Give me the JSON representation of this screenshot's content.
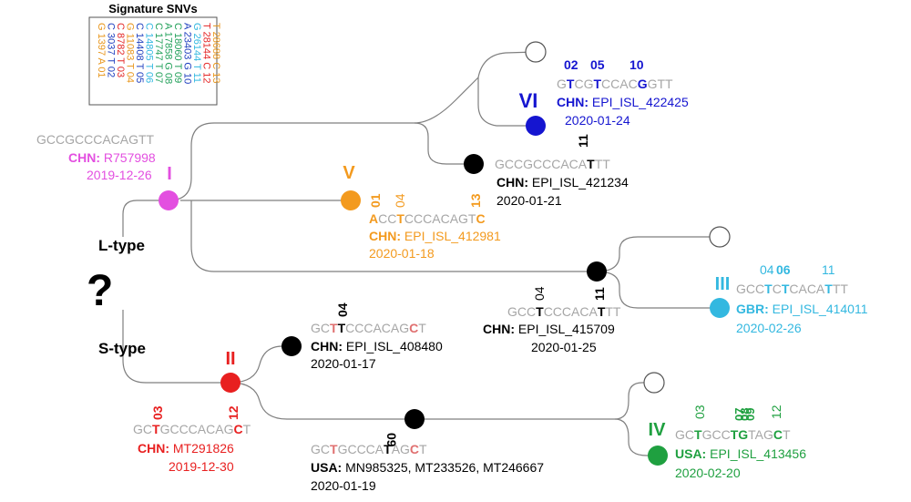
{
  "legend": {
    "title": "Signature SNVs",
    "rows": [
      {
        "text": "G 1397 A 01",
        "color": "#e8961c"
      },
      {
        "text": "C 3037 T 02",
        "color": "#1f3fbf"
      },
      {
        "text": "C 8782 T 03",
        "color": "#e32626"
      },
      {
        "text": "G 11083 T 04",
        "color": "#e8961c"
      },
      {
        "text": "C 14408 T 05",
        "color": "#1f3fbf"
      },
      {
        "text": "C 14805 T 06",
        "color": "#33b8e0"
      },
      {
        "text": "C 17747 T 07",
        "color": "#22a05a"
      },
      {
        "text": "A 17858 G 08",
        "color": "#22a05a"
      },
      {
        "text": "C 18060 T 09",
        "color": "#22a05a"
      },
      {
        "text": "A 23403 G 10",
        "color": "#1f3fbf"
      },
      {
        "text": "G 26144 T 11",
        "color": "#33b8e0"
      },
      {
        "text": "T 28144 C 12",
        "color": "#e32626"
      },
      {
        "text": "T 28688 C 13",
        "color": "#e8961c"
      }
    ]
  },
  "colors": {
    "gray": "#a6a6a6",
    "black": "#000000",
    "magenta": "#e34fe0",
    "orange": "#f39a1e",
    "blue": "#1515d0",
    "cyan": "#33b8e0",
    "red": "#e82020",
    "green": "#1fa040",
    "red_soft": "#e07070",
    "line": "#7f7f7f"
  },
  "root": {
    "question_mark": "?",
    "l_type": "L-type",
    "s_type": "S-type"
  },
  "clade_I": {
    "numeral": "I",
    "seq": "GCCGCCCACAGTT",
    "country": "CHN:",
    "id": "R757998",
    "date": "2019-12-26"
  },
  "clade_V": {
    "numeral": "V",
    "marks": [
      "01",
      "04",
      "13"
    ],
    "seq_parts": [
      [
        "A",
        "#f39a1e"
      ],
      [
        "CC",
        "#a6a6a6"
      ],
      [
        "T",
        "#f39a1e"
      ],
      [
        "CCCACAGT",
        "#a6a6a6"
      ],
      [
        "C",
        "#f39a1e"
      ]
    ],
    "country": "CHN:",
    "id": "EPI_ISL_412981",
    "date": "2020-01-18"
  },
  "clade_VI": {
    "numeral": "VI",
    "marks": [
      "02",
      "05",
      "10"
    ],
    "seq_parts": [
      [
        "G",
        "#a6a6a6"
      ],
      [
        "T",
        "#1515d0"
      ],
      [
        "CG",
        "#a6a6a6"
      ],
      [
        "T",
        "#1515d0"
      ],
      [
        "CCAC",
        "#a6a6a6"
      ],
      [
        "G",
        "#1515d0"
      ],
      [
        "GTT",
        "#a6a6a6"
      ]
    ],
    "country": "CHN:",
    "id": "EPI_ISL_422425",
    "date": "2020-01-24"
  },
  "node_421234": {
    "mark": "11",
    "seq_parts": [
      [
        "GCCGCCCACA",
        "#a6a6a6"
      ],
      [
        "T",
        "#000000"
      ],
      [
        "TT",
        "#a6a6a6"
      ]
    ],
    "country": "CHN:",
    "id": "EPI_ISL_421234",
    "date": "2020-01-21"
  },
  "node_415709": {
    "marks": [
      "04",
      "11"
    ],
    "seq_parts": [
      [
        "GCC",
        "#a6a6a6"
      ],
      [
        "T",
        "#000000"
      ],
      [
        "CCCACA",
        "#a6a6a6"
      ],
      [
        "T",
        "#000000"
      ],
      [
        "TT",
        "#a6a6a6"
      ]
    ],
    "country": "CHN:",
    "id": "EPI_ISL_415709",
    "date": "2020-01-25"
  },
  "clade_III": {
    "numeral": "III",
    "marks": [
      "04",
      "06",
      "11"
    ],
    "seq_parts": [
      [
        "GCC",
        "#a6a6a6"
      ],
      [
        "T",
        "#33b8e0"
      ],
      [
        "C",
        "#a6a6a6"
      ],
      [
        "T",
        "#33b8e0"
      ],
      [
        "CACA",
        "#a6a6a6"
      ],
      [
        "T",
        "#33b8e0"
      ],
      [
        "TT",
        "#a6a6a6"
      ]
    ],
    "country": "GBR:",
    "id": "EPI_ISL_414011",
    "date": "2020-02-26"
  },
  "clade_II": {
    "numeral": "II",
    "marks": [
      "03",
      "12"
    ],
    "seq_parts": [
      [
        "GC",
        "#a6a6a6"
      ],
      [
        "T",
        "#e82020"
      ],
      [
        "GCCCACAG",
        "#a6a6a6"
      ],
      [
        "C",
        "#e82020"
      ],
      [
        "T",
        "#a6a6a6"
      ]
    ],
    "country": "CHN:",
    "id": "MT291826",
    "date": "2019-12-30"
  },
  "node_408480": {
    "mark": "04",
    "seq_parts": [
      [
        "GC",
        "#a6a6a6"
      ],
      [
        "T",
        "#e07070"
      ],
      [
        "T",
        "#000000"
      ],
      [
        "CCCACAG",
        "#a6a6a6"
      ],
      [
        "C",
        "#e07070"
      ],
      [
        "T",
        "#a6a6a6"
      ]
    ],
    "country": "CHN:",
    "id": "EPI_ISL_408480",
    "date": "2020-01-17"
  },
  "node_usa": {
    "mark": "09",
    "seq_parts": [
      [
        "GC",
        "#a6a6a6"
      ],
      [
        "T",
        "#e07070"
      ],
      [
        "GCCCA",
        "#a6a6a6"
      ],
      [
        "T",
        "#000000"
      ],
      [
        "AG",
        "#a6a6a6"
      ],
      [
        "C",
        "#e07070"
      ],
      [
        "T",
        "#a6a6a6"
      ]
    ],
    "country": "USA:",
    "id": "MN985325, MT233526, MT246667",
    "date": "2020-01-19"
  },
  "clade_IV": {
    "numeral": "IV",
    "marks": [
      "03",
      "07",
      "08",
      "09",
      "12"
    ],
    "seq_parts": [
      [
        "GC",
        "#a6a6a6"
      ],
      [
        "T",
        "#1fa040"
      ],
      [
        "GCC",
        "#a6a6a6"
      ],
      [
        "TG",
        "#1fa040"
      ],
      [
        "TAG",
        "#a6a6a6"
      ],
      [
        "C",
        "#1fa040"
      ],
      [
        "T",
        "#a6a6a6"
      ]
    ],
    "country": "USA:",
    "id": "EPI_ISL_413456",
    "date": "2020-02-20"
  }
}
